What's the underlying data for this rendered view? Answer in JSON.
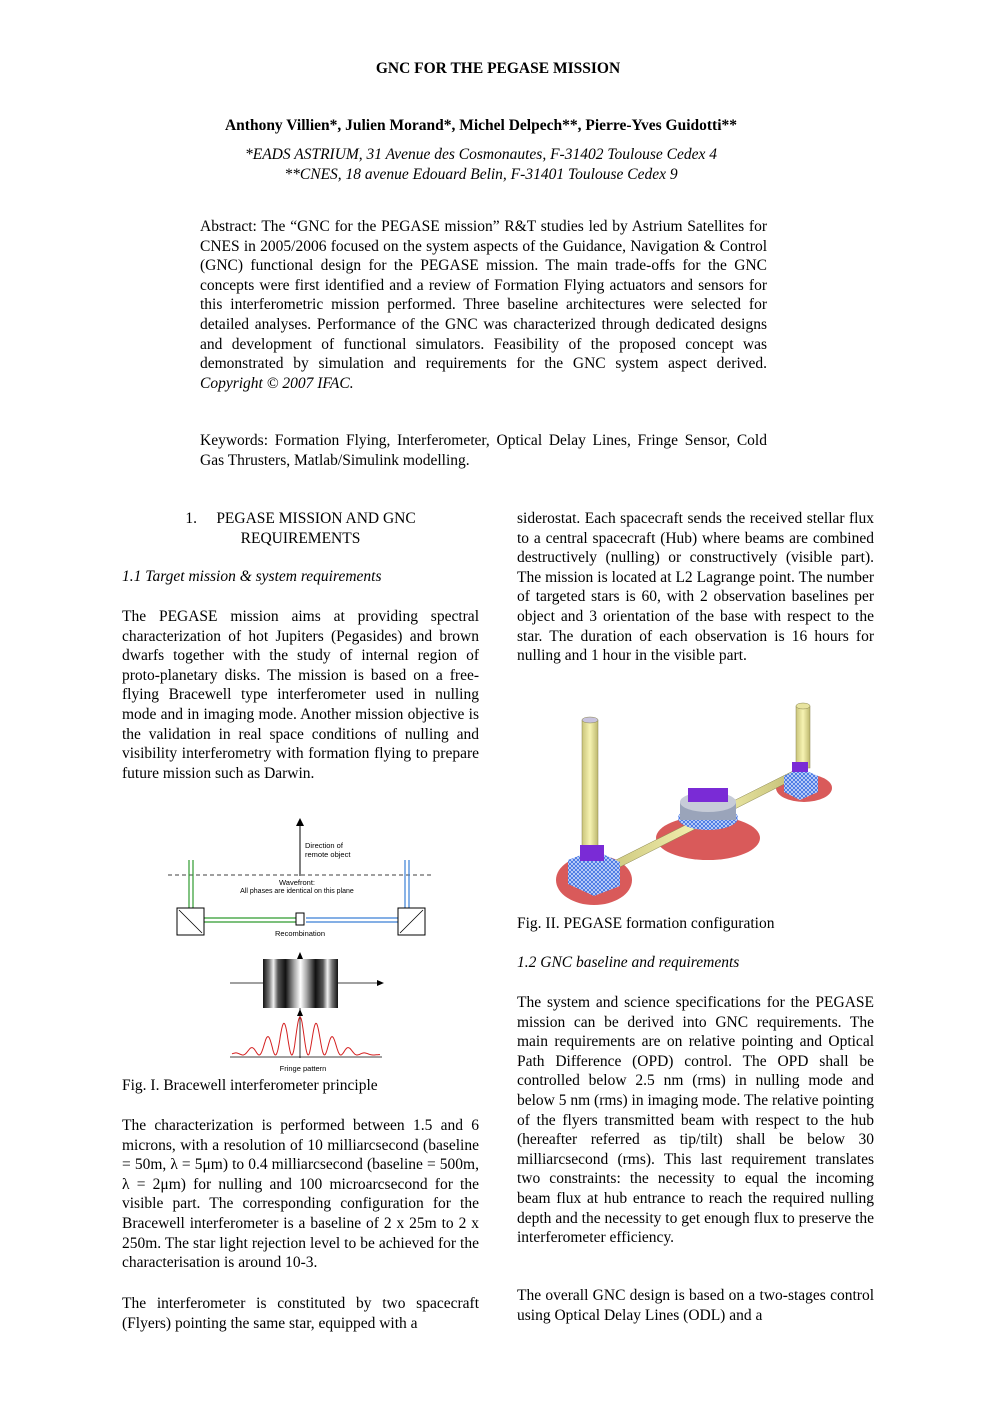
{
  "paper": {
    "title": "GNC FOR THE PEGASE MISSION",
    "authors": "Anthony Villien*, Julien Morand*, Michel Delpech**, Pierre-Yves Guidotti**",
    "affiliation_1": "*EADS ASTRIUM, 31 Avenue des Cosmonautes, F-31402 Toulouse Cedex 4",
    "affiliation_2": "**CNES, 18 avenue Edouard Belin, F-31401 Toulouse Cedex 9",
    "abstract_text": "Abstract: The “GNC for the PEGASE mission” R&T studies led by Astrium Satellites for CNES in 2005/2006 focused on the system aspects of the Guidance, Navigation & Control (GNC) functional design for the PEGASE mission. The main trade-offs for the GNC concepts were first identified and a review of Formation Flying actuators and sensors for this interferometric mission performed. Three baseline architectures were selected for detailed analyses. Performance of the GNC was characterized through dedicated designs and development of functional simulators. Feasibility of the proposed concept was demonstrated by simulation and requirements for the GNC system aspect derived.",
    "copyright": "Copyright  © 2007 IFAC.",
    "keywords": "Keywords: Formation Flying, Interferometer, Optical Delay Lines, Fringe Sensor, Cold Gas Thrusters, Matlab/Simulink modelling."
  },
  "section1": {
    "number": "1.",
    "title_line1": "PEGASE MISSION AND GNC",
    "title_line2": "REQUIREMENTS",
    "sub1_title": "1.1  Target mission & system requirements",
    "para1": "The PEGASE mission aims at providing spectral characterization of hot Jupiters (Pegasides) and brown dwarfs together with the study of internal region of proto-planetary disks. The mission is based on a free-flying Bracewell type interferometer used in nulling mode and in imaging mode. Another mission objective is the validation in real space conditions of nulling and visibility interferometry with formation flying to prepare future mission such as Darwin.",
    "fig1_caption": "Fig. I. Bracewell interferometer principle",
    "para2": "The characterization is performed between 1.5 and 6 microns, with a resolution of 10 milliarcsecond (baseline = 50m, λ = 5μm) to 0.4 milliarcsecond (baseline = 500m, λ = 2μm) for nulling and 100 microarcsecond for the visible part. The corresponding configuration for the Bracewell interferometer is a baseline of 2 x 25m to 2 x 250m. The star light rejection level to be achieved for the characterisation is around 10-3.",
    "para3": "The interferometer is constituted by two spacecraft (Flyers) pointing the same star, equipped with a",
    "para3_cont": "siderostat. Each spacecraft sends the received stellar flux to a central spacecraft (Hub) where beams are combined destructively (nulling) or constructively (visible part). The mission is located at L2 Lagrange point. The number of targeted stars is 60, with 2 observation baselines per object and 3 orientation of the base with respect to the star. The duration of each observation is 16 hours for nulling and 1 hour in the visible part.",
    "fig2_caption": "Fig. II. PEGASE formation configuration",
    "sub2_title": "1.2  GNC baseline and requirements",
    "para4": "The system and science specifications for the PEGASE mission can be derived into GNC requirements. The main requirements are on relative pointing and Optical Path Difference (OPD) control. The OPD shall be controlled below 2.5 nm (rms) in nulling mode and below 5 nm (rms) in imaging mode. The relative pointing of the flyers transmitted beam with respect to the hub (hereafter referred as tip/tilt) shall be below 30 milliarcsecond (rms). This last requirement translates two constraints: the necessity to equal the incoming beam flux at hub entrance to reach the required nulling depth and the necessity to get enough flux to preserve the interferometer efficiency.",
    "para5": "The overall GNC design is based on a two-stages control using Optical Delay Lines (ODL) and a"
  },
  "figure1": {
    "label_direction_1": "Direction of",
    "label_direction_2": "remote object",
    "label_wavefront_1": "Wavefront:",
    "label_wavefront_2": "All phases are identical on this plane",
    "label_recombination": "Recombination",
    "label_fringe": "Fringe pattern",
    "colors": {
      "left_beam": "#2e9b2e",
      "right_beam": "#3a7fd5",
      "fringe": "#d42020"
    }
  },
  "figure2": {
    "colors": {
      "tube": "#f0ec9c",
      "disk": "#d95a5a",
      "craft": "#3b6fe0",
      "accent": "#7a2bd6"
    }
  }
}
